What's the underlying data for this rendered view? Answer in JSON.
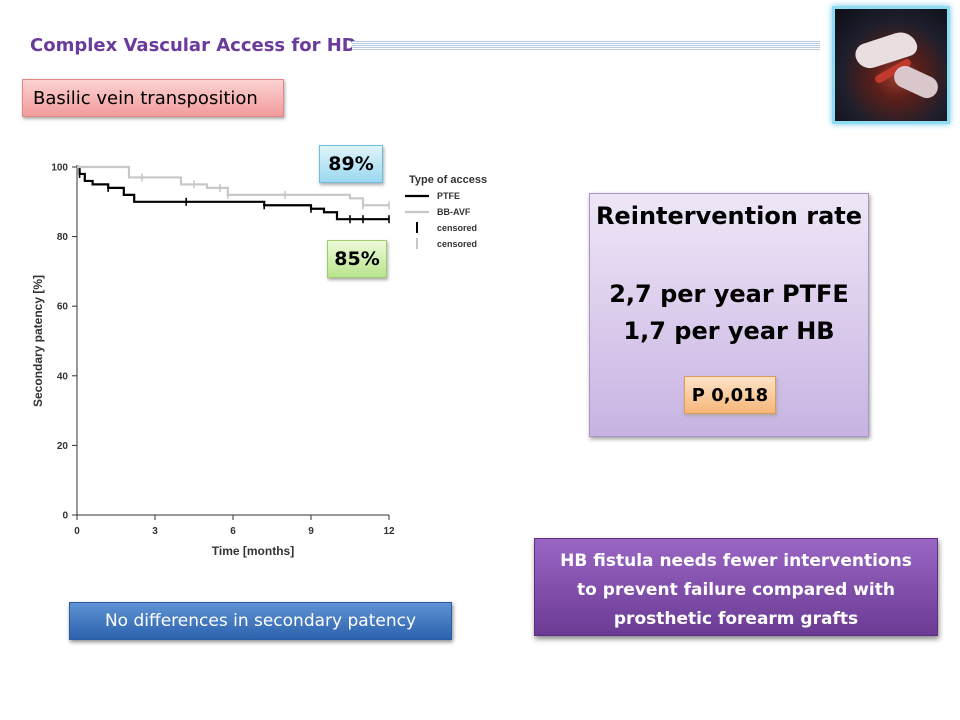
{
  "header": {
    "title": "Complex Vascular Access for HD"
  },
  "tags": {
    "basilic": "Basilic vein transposition"
  },
  "chart_data": {
    "type": "line",
    "title": "",
    "xlabel": "Time [months]",
    "ylabel": "Secondary patency [%]",
    "xlim": [
      0,
      12
    ],
    "ylim": [
      0,
      100
    ],
    "xticks": [
      "0",
      "3",
      "6",
      "9",
      "12"
    ],
    "yticks": [
      "0",
      "20",
      "40",
      "60",
      "80",
      "100"
    ],
    "legend": {
      "title": "Type of access",
      "entries": [
        "PTFE",
        "BB-AVF",
        "censored",
        "censored"
      ],
      "placement": "top-right"
    },
    "series": [
      {
        "name": "PTFE",
        "color": "#000000",
        "x": [
          0,
          0.1,
          0.3,
          0.6,
          1.2,
          1.8,
          2.2,
          3.0,
          4.2,
          5.0,
          6.0,
          7.0,
          7.2,
          8.0,
          9.0,
          9.5,
          10.0,
          10.5,
          11.0,
          11.5,
          12.0
        ],
        "y": [
          100,
          98,
          96,
          95,
          94,
          92,
          90,
          90,
          90,
          90,
          90,
          90,
          89,
          89,
          88,
          87,
          85,
          85,
          85,
          85,
          85
        ]
      },
      {
        "name": "BB-AVF",
        "color": "#c8c8c8",
        "x": [
          0,
          2.0,
          4.0,
          5.0,
          5.8,
          8.0,
          9.0,
          10.5,
          11.0,
          12.0
        ],
        "y": [
          100,
          97,
          95,
          94,
          92,
          92,
          92,
          91,
          89,
          89
        ]
      }
    ],
    "censor_marks": {
      "PTFE": [
        0.1,
        1.2,
        4.2,
        7.2,
        9.0,
        10.5,
        11.0,
        12.0
      ],
      "BB-AVF": [
        2.5,
        4.5,
        5.5,
        5.8,
        8.0,
        11.0,
        12.0
      ]
    },
    "annotations": [
      {
        "label": "89%",
        "series": "BB-AVF",
        "value": 89
      },
      {
        "label": "85%",
        "series": "PTFE",
        "value": 85
      }
    ]
  },
  "reintervention": {
    "heading": "Reintervention rate",
    "line1": "2,7 per year PTFE",
    "line2": "1,7 per year HB",
    "pvalue": "P 0,018"
  },
  "banners": {
    "no_difference": "No differences in secondary patency",
    "conclusion": [
      "HB fistula needs fewer interventions",
      "to prevent failure compared with",
      "prosthetic forearm grafts"
    ]
  },
  "colors": {
    "title": "#6a3b9a",
    "ptfe": "#000000",
    "bbavf": "#c8c8c8"
  }
}
